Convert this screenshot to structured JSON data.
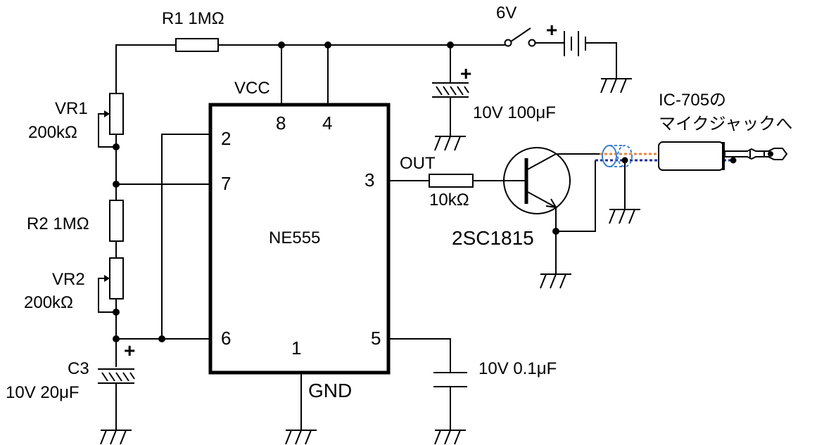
{
  "labels": {
    "r1": "R1  1MΩ",
    "battery_voltage": "6V",
    "vcc": "VCC",
    "c_supply": "10V 100μF",
    "jack_line1": "IC-705の",
    "jack_line2": "マイクジャックへ",
    "vr1_name": "VR1",
    "vr1_value": "200kΩ",
    "out": "OUT",
    "r_out": "10kΩ",
    "r2": "R2 1MΩ",
    "ic": "NE555",
    "transistor": "2SC1815",
    "vr2_name": "VR2",
    "vr2_value": "200kΩ",
    "c3_name": "C3",
    "c3_value": "10V 20μF",
    "c5": "10V 0.1μF",
    "gnd": "GND",
    "plus": "+"
  },
  "pins": {
    "p8": "8",
    "p4": "4",
    "p2": "2",
    "p7": "7",
    "p3": "3",
    "p6": "6",
    "p1": "1",
    "p5": "5"
  },
  "colors": {
    "wire": "#000000",
    "cable_orange": "#e8873a",
    "cable_blue": "#1f2f99",
    "shield_blue": "#3a7fd0"
  }
}
